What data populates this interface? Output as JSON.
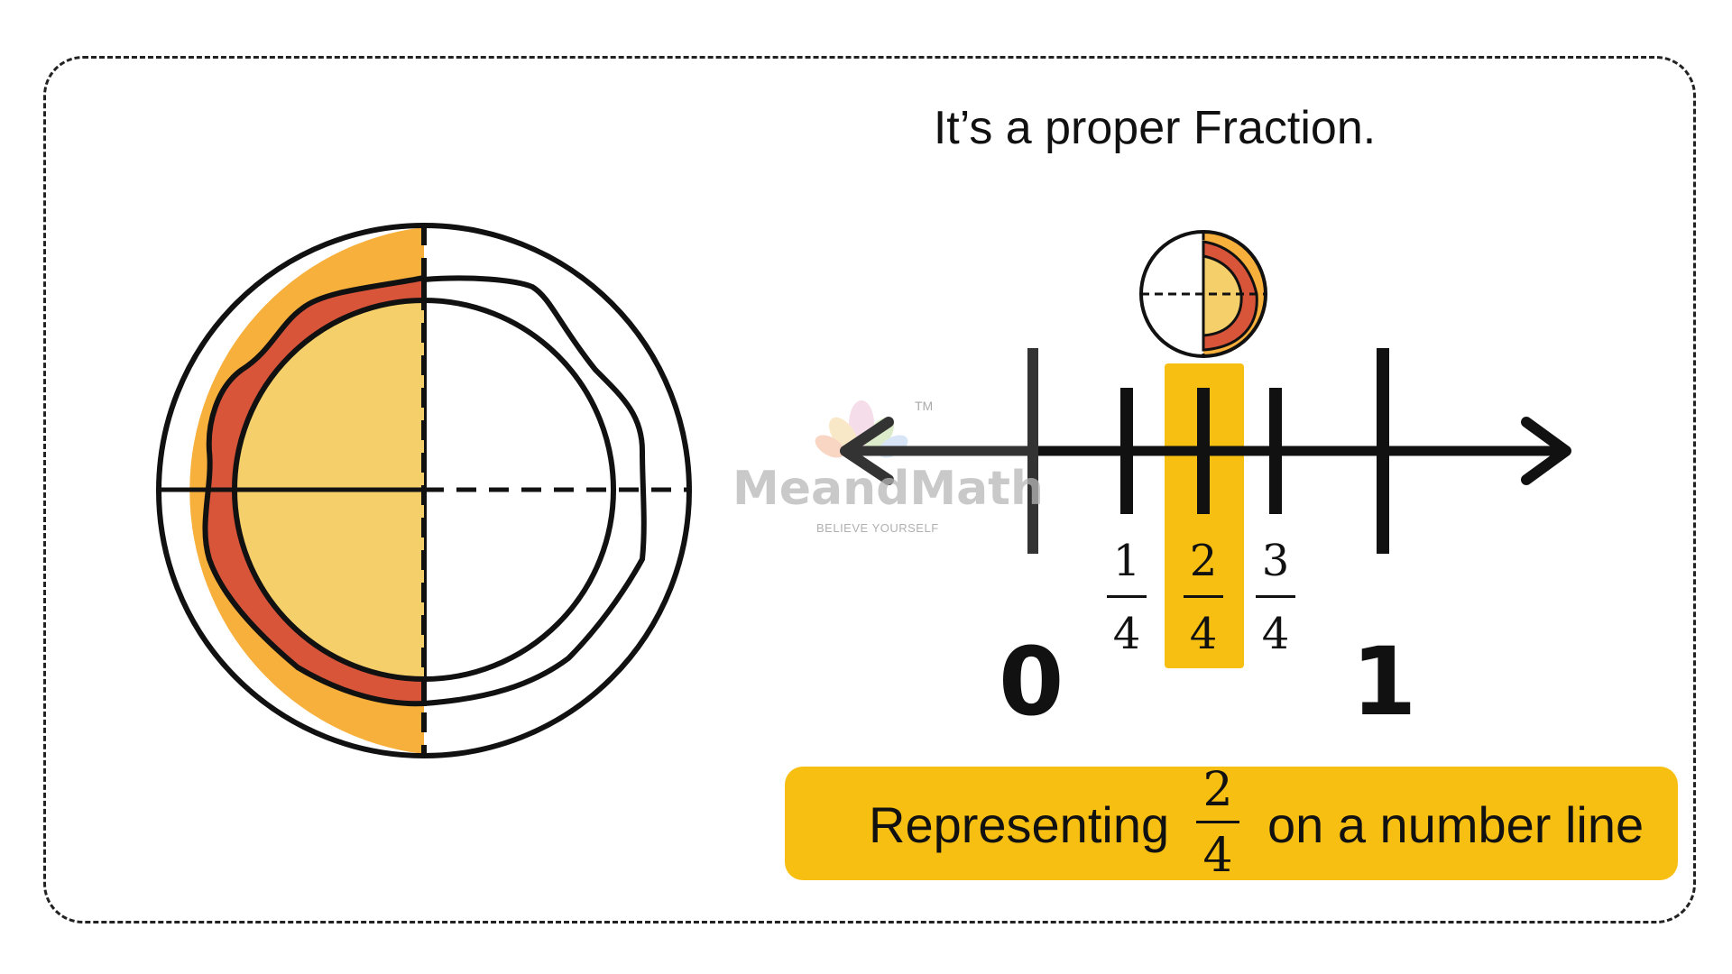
{
  "heading": "It’s a proper Fraction.",
  "number_line": {
    "start_label": "0",
    "end_label": "1",
    "ticks": [
      {
        "num": "1",
        "den": "4"
      },
      {
        "num": "2",
        "den": "4"
      },
      {
        "num": "3",
        "den": "4"
      }
    ],
    "highlighted_tick": "2/4"
  },
  "caption": {
    "before": "Representing",
    "num": "2",
    "den": "4",
    "after": "on a number line"
  },
  "watermark": {
    "name": "MeandMath",
    "tagline": "BELIEVE YOURSELF",
    "tm": "TM"
  },
  "colors": {
    "orange_crust": "#f8b03c",
    "red_sauce": "#d9553a",
    "cheese": "#f5d06a",
    "highlight": "#f7bf12"
  }
}
